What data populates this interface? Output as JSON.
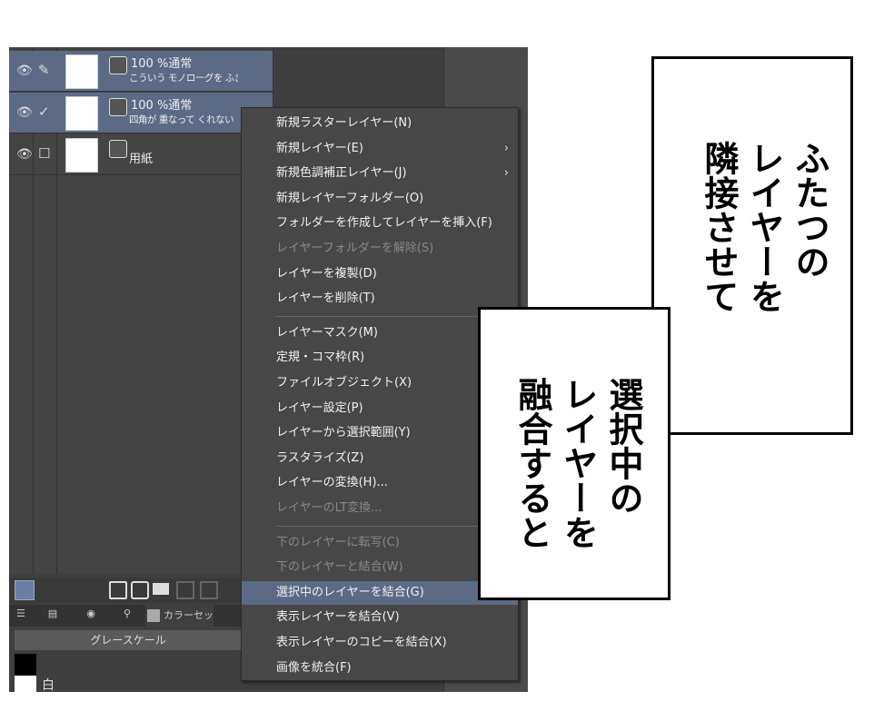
{
  "layers": [
    {
      "opacity_mode": "100 %通常",
      "name": "こういう モノローグを ふきだしレイヤー",
      "selected": true,
      "icon": "pen-icon"
    },
    {
      "opacity_mode": "100 %通常",
      "name": "四角が 重なって くれない",
      "selected": true,
      "icon": "check-icon"
    },
    {
      "opacity_mode": "",
      "name": "用紙",
      "selected": false,
      "icon": "checkbox-icon"
    }
  ],
  "tabs": {
    "color_set": "カラーセッ"
  },
  "palette": {
    "dropdown": "グレースケール",
    "white_label": "白"
  },
  "menu": [
    {
      "label": "新規ラスターレイヤー(N)"
    },
    {
      "label": "新規レイヤー(E)",
      "submenu": true
    },
    {
      "label": "新規色調補正レイヤー(J)",
      "submenu": true
    },
    {
      "label": "新規レイヤーフォルダー(O)"
    },
    {
      "label": "フォルダーを作成してレイヤーを挿入(F)"
    },
    {
      "label": "レイヤーフォルダーを解除(S)",
      "disabled": true
    },
    {
      "label": "レイヤーを複製(D)"
    },
    {
      "label": "レイヤーを削除(T)"
    },
    {
      "label": "レイヤーマスク(M)"
    },
    {
      "label": "定規・コマ枠(R)"
    },
    {
      "label": "ファイルオブジェクト(X)"
    },
    {
      "label": "レイヤー設定(P)"
    },
    {
      "label": "レイヤーから選択範囲(Y)"
    },
    {
      "label": "ラスタライズ(Z)"
    },
    {
      "label": "レイヤーの変換(H)..."
    },
    {
      "label": "レイヤーのLT変換...",
      "disabled": true
    },
    {
      "label": "下のレイヤーに転写(C)",
      "disabled": true
    },
    {
      "label": "下のレイヤーと結合(W)",
      "disabled": true
    },
    {
      "label": "選択中のレイヤーを結合(G)",
      "highlighted": true
    },
    {
      "label": "表示レイヤーを結合(V)"
    },
    {
      "label": "表示レイヤーのコピーを結合(X)"
    },
    {
      "label": "画像を統合(F)"
    }
  ],
  "balloon1": [
    "ふたつの",
    "レイヤーを",
    "隣接させて"
  ],
  "balloon2": [
    "選択中の",
    "レイヤーを",
    "融合すると"
  ],
  "colors": {
    "highlight": "#5c6a85",
    "panel": "#3f3f3f",
    "menu": "#474747"
  }
}
